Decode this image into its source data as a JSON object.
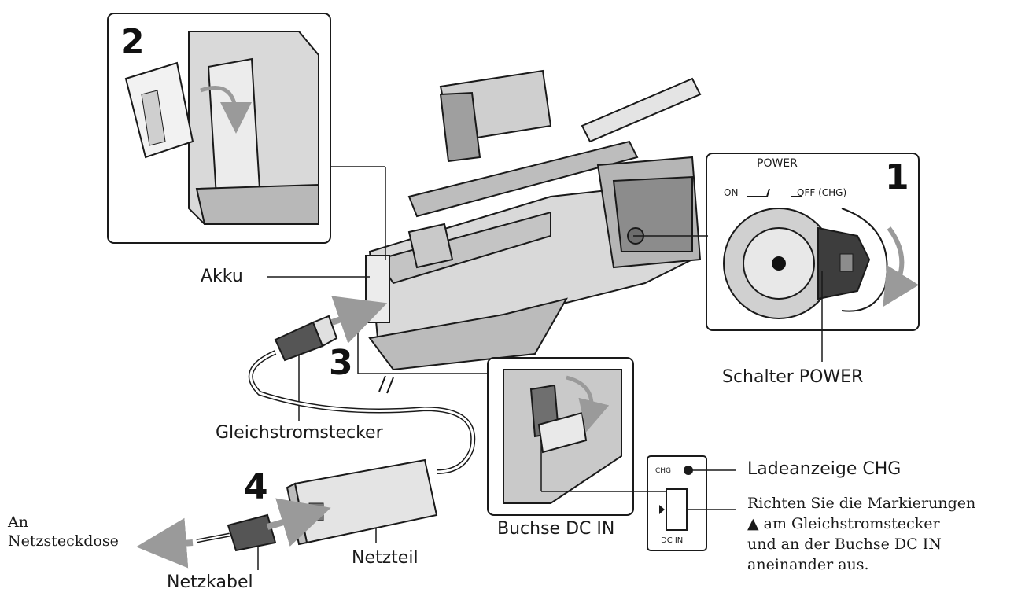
{
  "steps": {
    "s1": "1",
    "s2": "2",
    "s3": "3",
    "s4": "4"
  },
  "labels": {
    "akku": "Akku",
    "power_switch": "Schalter POWER",
    "dc_plug": "Gleichstromstecker",
    "charge_lamp": "Ladeanzeige CHG",
    "dc_in_jack": "Buchse DC IN",
    "adapter": "Netzteil",
    "power_cord": "Netzkabel",
    "outlet_line1": "An",
    "outlet_line2": "Netzsteckdose"
  },
  "power_dial": {
    "title": "POWER",
    "on": "ON",
    "off": "OFF (CHG)"
  },
  "jack_marks": {
    "chg": "CHG",
    "dc_in": "DC IN"
  },
  "instruction": {
    "line1": "Richten Sie die Markierungen",
    "line2": "▲ am Gleichstromstecker",
    "line3": "und an der Buchse DC IN",
    "line4": "aneinander aus."
  },
  "colors": {
    "ink": "#1a1a1a",
    "body_fill": "#d9d9d9",
    "dark_fill": "#8c8c8c",
    "arrow": "#9a9a9a"
  }
}
